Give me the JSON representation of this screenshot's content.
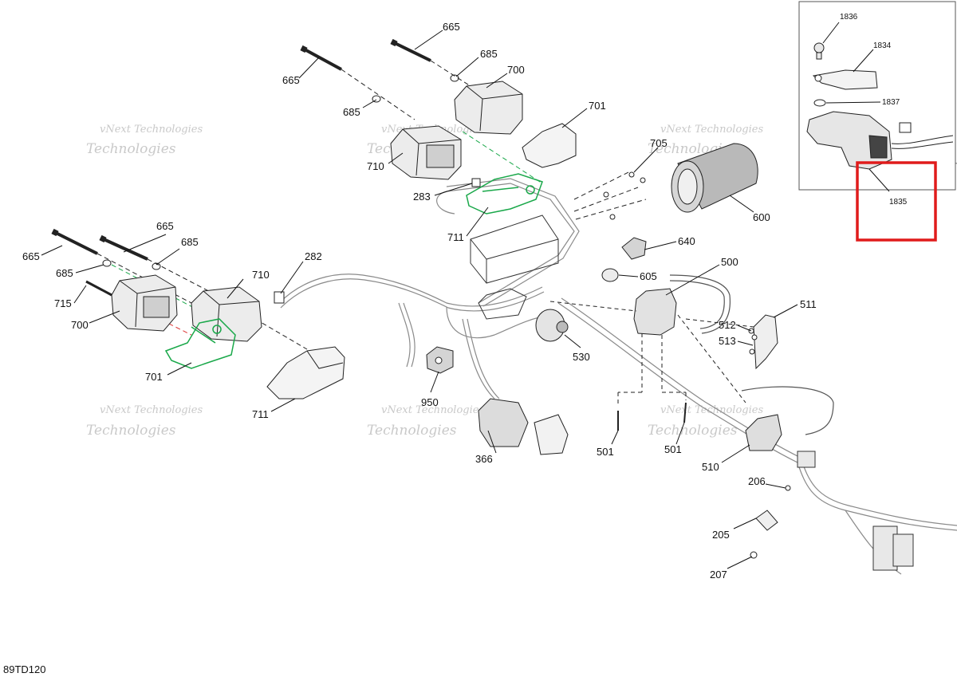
{
  "drawing_id": "89TD120",
  "watermark": {
    "line1": "vNext Technologies",
    "line2": "Technologies"
  },
  "colors": {
    "outline": "#222222",
    "leader": "#111111",
    "highlight_parts": "#1aa84a",
    "highlight_box": "#e01b1b",
    "watermark": "#c9c9c9"
  },
  "callouts": {
    "c665a": "665",
    "c665b": "665",
    "c665c": "665",
    "c665d": "665",
    "c685a": "685",
    "c685b": "685",
    "c685c": "685",
    "c685d": "685",
    "c700a": "700",
    "c700b": "700",
    "c701a": "701",
    "c701b": "701",
    "c710a": "710",
    "c710b": "710",
    "c711a": "711",
    "c711b": "711",
    "c715": "715",
    "c283": "283",
    "c282": "282",
    "c705": "705",
    "c600": "600",
    "c640": "640",
    "c605": "605",
    "c500": "500",
    "c511": "511",
    "c512": "512",
    "c513": "513",
    "c530": "530",
    "c950": "950",
    "c366": "366",
    "c501a": "501",
    "c501b": "501",
    "c510": "510",
    "c206": "206",
    "c205": "205",
    "c207": "207"
  },
  "inset": {
    "c1836": "1836",
    "c1834": "1834",
    "c1837": "1837",
    "c1835": "1835"
  }
}
